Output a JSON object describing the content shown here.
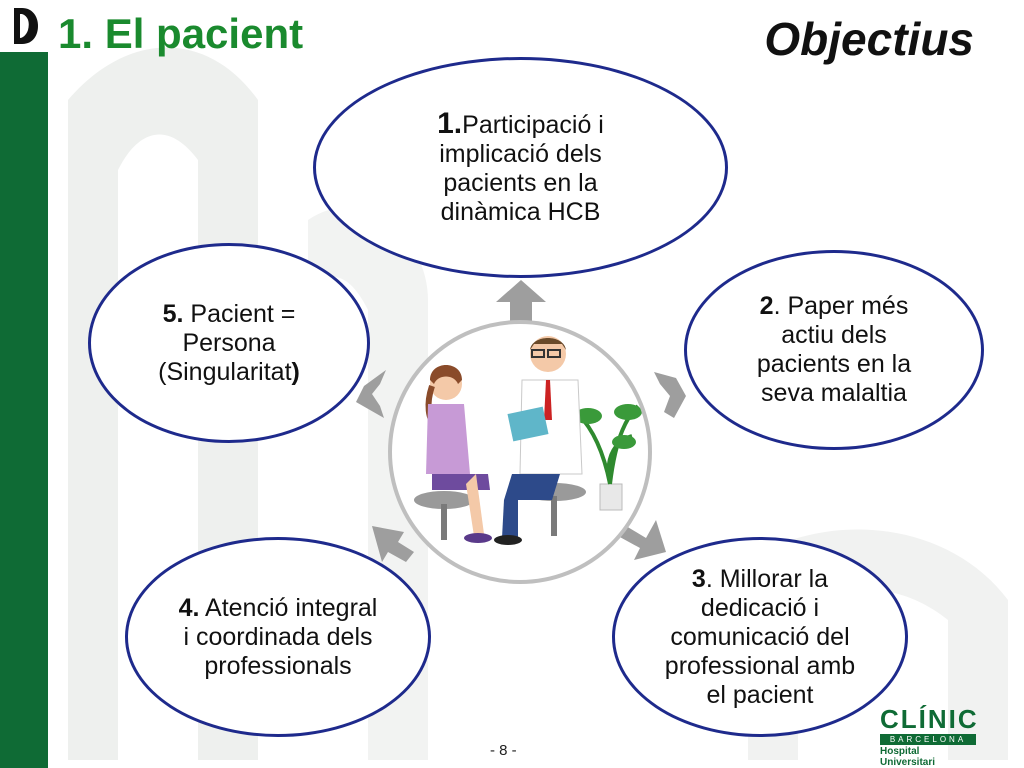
{
  "header": {
    "title": "1. El pacient",
    "subtitle": "Objectius"
  },
  "objectives": [
    {
      "number": "1.",
      "text": "Participació i implicació dels pacients en la dinàmica HCB"
    },
    {
      "number": "2",
      "text": ". Paper més actiu dels pacients en la seva malaltia"
    },
    {
      "number": "3",
      "text": ". Millorar la dedicació i comunicació del professional amb el pacient"
    },
    {
      "number": "4.",
      "text": " Atenció integral i coordinada dels professionals"
    },
    {
      "number": "5.",
      "text": " Pacient = Persona (Singularitat",
      "closing": ")"
    }
  ],
  "footer": {
    "page": "- 8 -"
  },
  "brand": {
    "name": "CLÍNIC",
    "city": "BARCELONA",
    "hospital": "Hospital Universitari"
  },
  "colors": {
    "sidebar": "#0f6b35",
    "title": "#1a8a2e",
    "ellipse_border": "#1e2a8c",
    "arrows": "#9e9e9e"
  }
}
